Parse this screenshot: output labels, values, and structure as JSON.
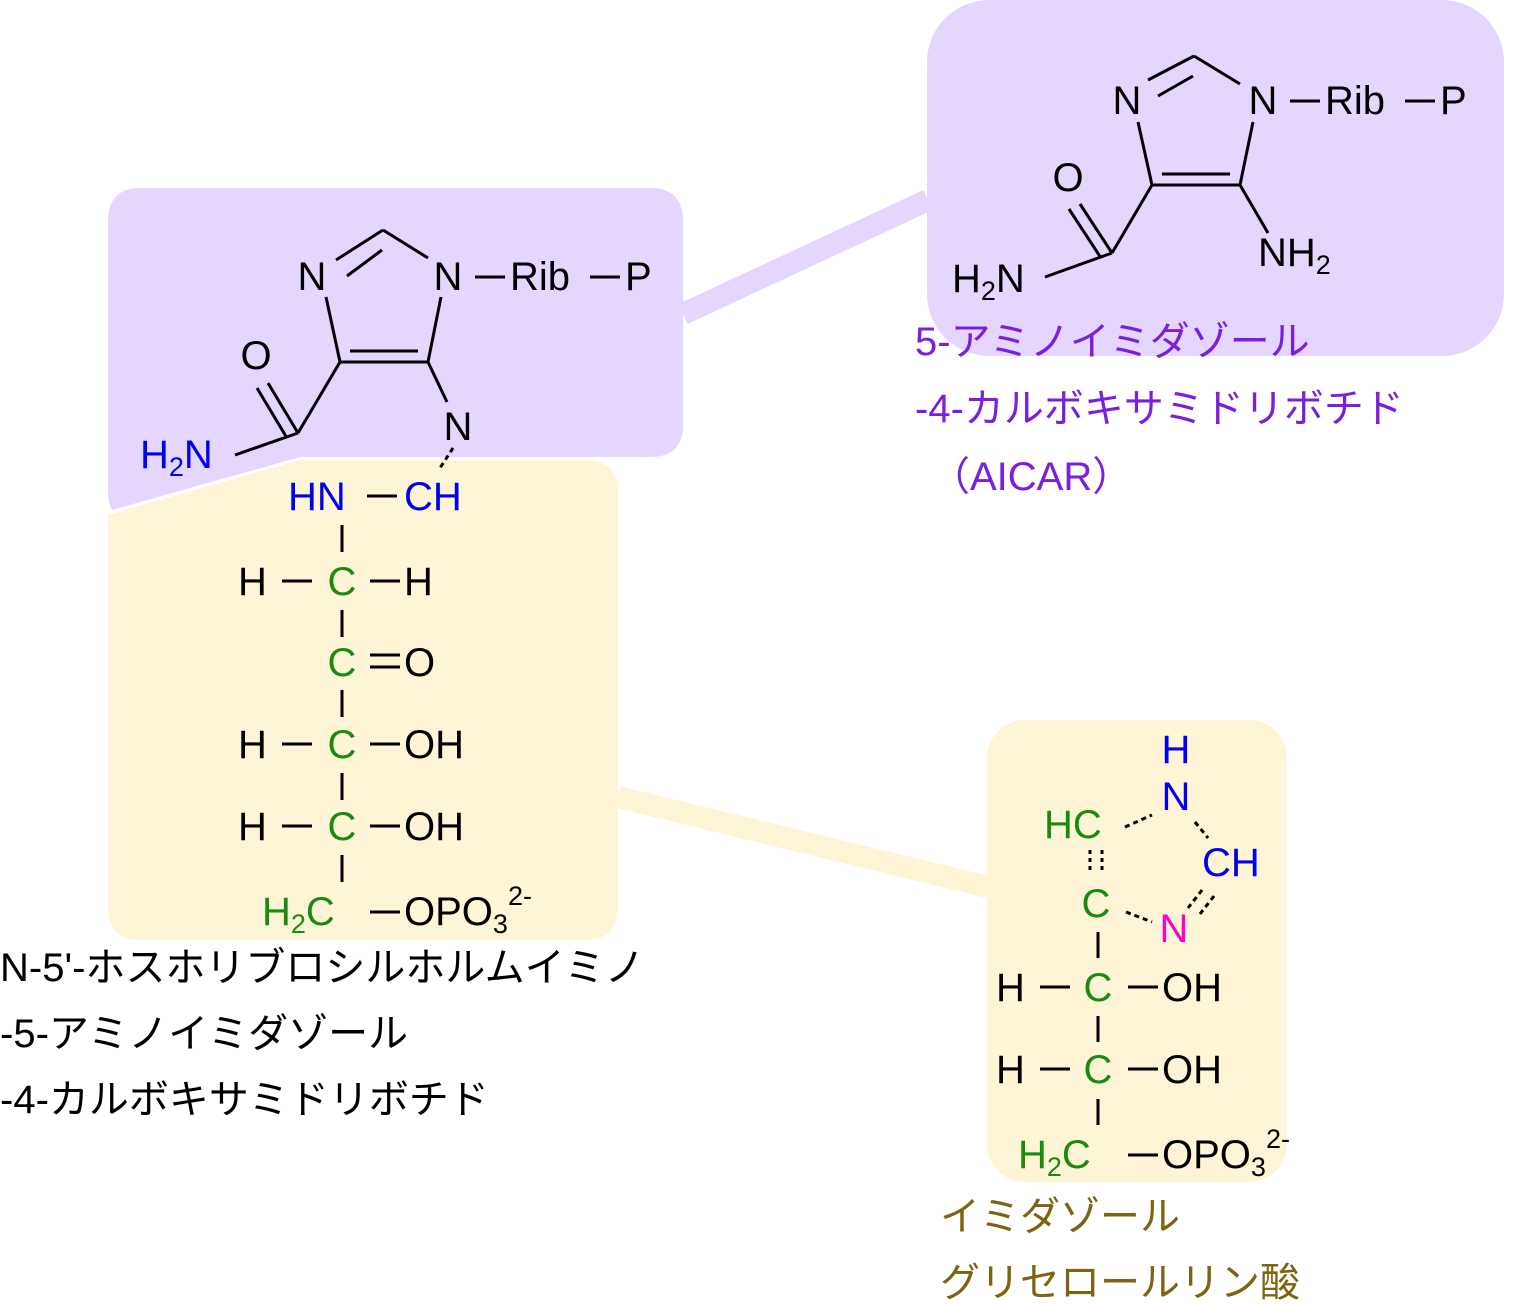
{
  "colors": {
    "purple_fill": "#e5d6ff",
    "yellow_fill": "#fdf5d6",
    "purple_text": "#7a1fe0",
    "olive_text": "#7d6410",
    "blue": "#0000ee",
    "green": "#1a8a10",
    "magenta": "#ff00cc",
    "black": "#000000"
  },
  "aicar": {
    "ring_n_left": "N",
    "ring_n_right": "N",
    "rib": "Rib",
    "p": "P",
    "o": "O",
    "h2n_h": "H",
    "h2n_2": "2",
    "h2n_n": "N",
    "nh2_nh": "NH",
    "nh2_2": "2",
    "caption": [
      "5-アミノイミダゾール",
      "-4-カルボキサミドリボチド",
      "（AICAR）"
    ]
  },
  "prfar": {
    "ring_n_left": "N",
    "ring_n_right": "N",
    "rib": "Rib",
    "p": "P",
    "o": "O",
    "h2n_h": "H",
    "h2n_2": "2",
    "h2n_n": "N",
    "exo_n": "N",
    "hn": "HN",
    "ch": "CH",
    "chain": [
      {
        "left": "H",
        "c": "C",
        "right": "H"
      },
      {
        "left": "",
        "c": "C",
        "right": "O"
      },
      {
        "left": "H",
        "c": "C",
        "right": "OH"
      },
      {
        "left": "H",
        "c": "C",
        "right": "OH"
      }
    ],
    "h2c_h": "H",
    "h2c_2": "2",
    "h2c_c": "C",
    "opo": "OPO",
    "opo_3": "3",
    "opo_charge": "2-",
    "caption": [
      "N-5'-ホスホリブロシルホルムイミノ",
      "-5-アミノイミダゾール",
      "-4-カルボキサミドリボチド"
    ]
  },
  "igp": {
    "h": "H",
    "n_top": "N",
    "hc": "HC",
    "ch": "CH",
    "c": "C",
    "n_bottom": "N",
    "chain": [
      {
        "left": "H",
        "c": "C",
        "right": "OH"
      },
      {
        "left": "H",
        "c": "C",
        "right": "OH"
      }
    ],
    "h2c_h": "H",
    "h2c_2": "2",
    "h2c_c": "C",
    "opo": "OPO",
    "opo_3": "3",
    "opo_charge": "2-",
    "caption": [
      "イミダゾール",
      "グリセロールリン酸"
    ]
  }
}
